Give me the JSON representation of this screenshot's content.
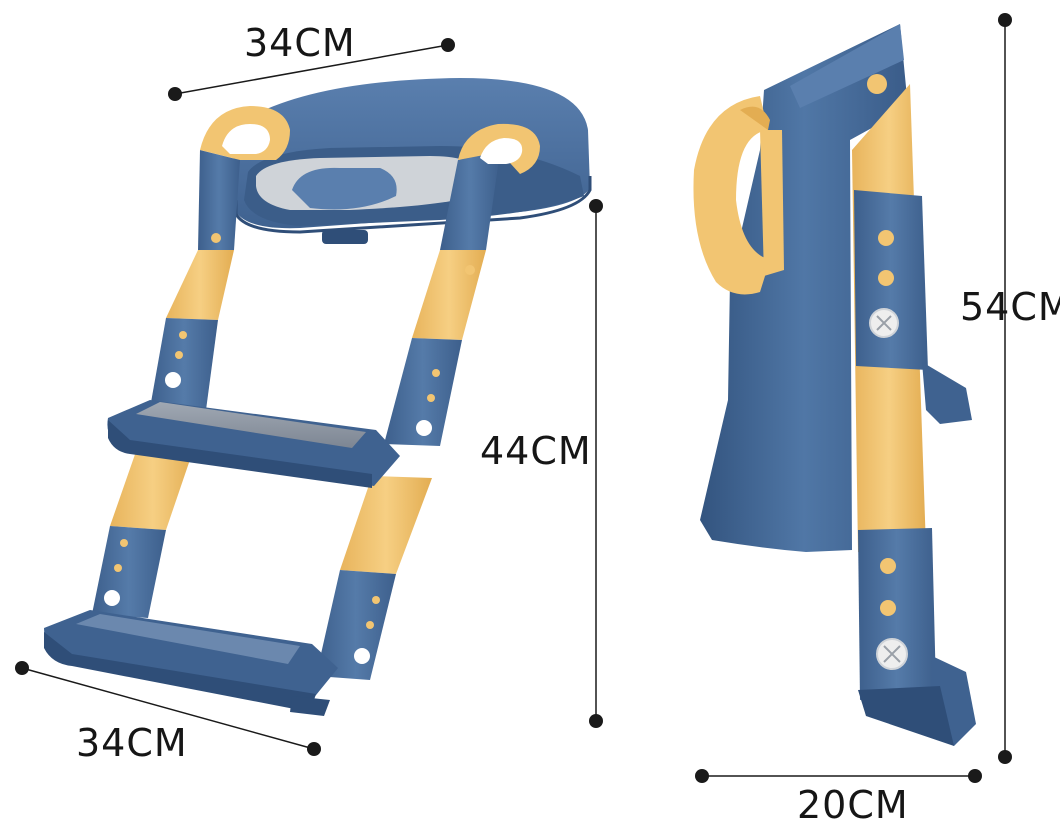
{
  "dimensions": {
    "top_width": "34CM",
    "bottom_width": "34CM",
    "ladder_height": "44CM",
    "side_height": "54CM",
    "side_depth": "20CM"
  },
  "colors": {
    "blue": "#4a6e9c",
    "blue_dark": "#2f4e78",
    "yellow": "#f2c572",
    "yellow_dark": "#d9a546",
    "grey_tread": "#8d96a3",
    "seat_insert": "#cfd3d8",
    "line": "#1a1a1a"
  },
  "icons": {
    "dimension_endpoint": "dot-marker",
    "adjustment_screw": "cross-screw-head"
  }
}
